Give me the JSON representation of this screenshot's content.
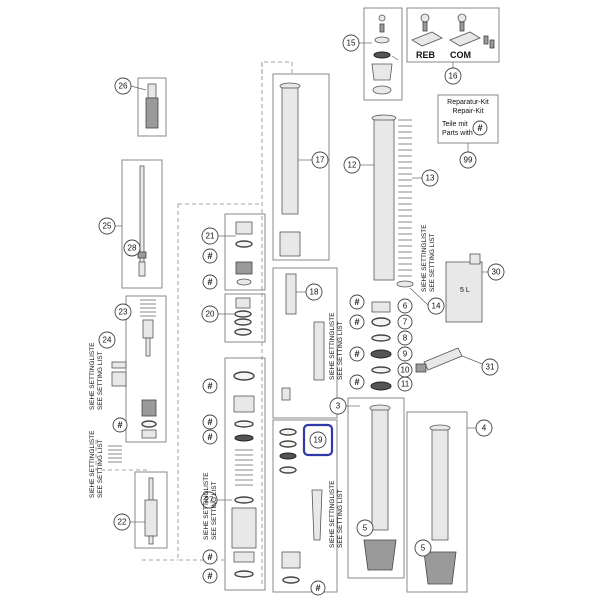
{
  "callouts": {
    "c3": "3",
    "c4": "4",
    "c5": "5",
    "c6": "6",
    "c7": "7",
    "c8": "8",
    "c9": "9",
    "c10": "10",
    "c11": "11",
    "c12": "12",
    "c13": "13",
    "c14": "14",
    "c15": "15",
    "c16": "16",
    "c17": "17",
    "c18": "18",
    "c19": "19",
    "c20": "20",
    "c21": "21",
    "c22": "22",
    "c23": "23",
    "c24": "24",
    "c25": "25",
    "c26": "26",
    "c27": "27",
    "c28": "28",
    "c30": "30",
    "c31": "31",
    "c99": "99"
  },
  "hash_symbol": "#",
  "setting_list": {
    "de": "SIEHE SETTINGLISTE",
    "en": "SEE SETTING LIST"
  },
  "repair_kit": {
    "line1": "Reparatur-Kit",
    "line2": "Repair-Kit",
    "line3": "Teile mit",
    "line4": "Parts with"
  },
  "adjusters": {
    "reb": "REB",
    "com": "COM"
  },
  "oil_can_label": "5 L",
  "highlight_color": "#2f3aa8"
}
